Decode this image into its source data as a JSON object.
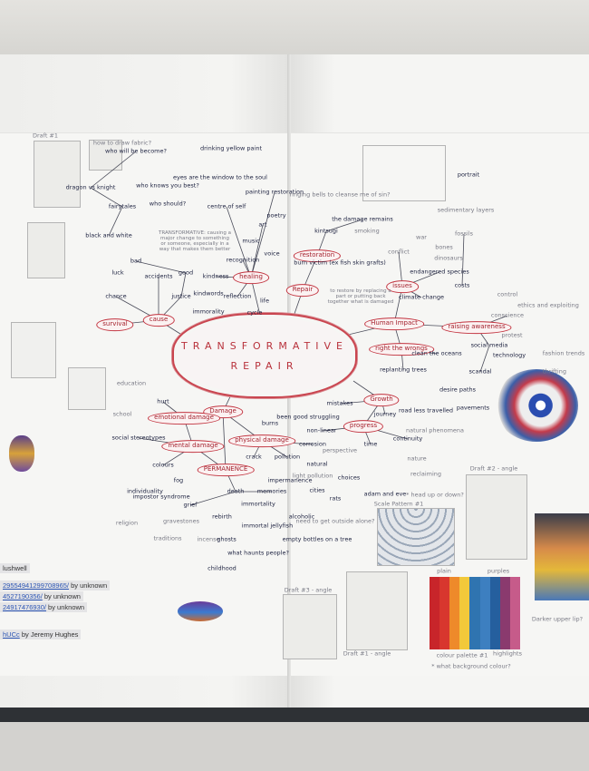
{
  "central": {
    "line1": "TRANSFORMATIVE",
    "line2": "REPAIR"
  },
  "key_nodes": [
    "healing",
    "cause",
    "survival",
    "restoration",
    "Repair",
    "issues",
    "Human Impact",
    "raising awareness",
    "right the wrongs",
    "Growth",
    "progress",
    "Damage",
    "emotional damage",
    "mental damage",
    "physical damage",
    "PERMANENCE"
  ],
  "notes": [
    "who will be become?",
    "dragon vs knight",
    "fairytales",
    "black and white",
    "bad",
    "good",
    "luck",
    "accidents",
    "chance",
    "justice",
    "immorality",
    "kindness",
    "kindwords",
    "reflection",
    "life",
    "cycle",
    "recognition",
    "music",
    "voice",
    "art",
    "poetry",
    "painting restoration",
    "drinking yellow paint",
    "eyes are the window to the soul",
    "centre of self",
    "who knows you best?",
    "who should?",
    "TRANSFORMATIVE: causing a major change to something or someone, especially in a way that makes them better",
    "kintsugi",
    "the damage remains",
    "burn victim (ex fish skin grafts)",
    "smoking",
    "ringing bells to cleanse me of sin?",
    "to restore by replacing a part or putting back together what is damaged",
    "conflict",
    "war",
    "endangered species",
    "climate change",
    "costs",
    "fossils",
    "bones",
    "dinosaurs",
    "sedimentary layers",
    "portrait",
    "control",
    "conscience",
    "protest",
    "ethics and exploiting",
    "social media",
    "technology",
    "scandal",
    "fashion trends",
    "thrifting",
    "clean the oceans",
    "replanting trees",
    "desire paths",
    "pavements",
    "mistakes",
    "road less travelled",
    "journey",
    "been good struggling",
    "non-linear",
    "natural phenomena",
    "continuity",
    "time",
    "perspective",
    "nature",
    "reclaiming",
    "choices",
    "adam and eve",
    "hurt",
    "education",
    "school",
    "social stereotypes",
    "colours",
    "fog",
    "individuality",
    "impostor syndrome",
    "death",
    "memories",
    "immortality",
    "impermanence",
    "grief",
    "rebirth",
    "immortal jellyfish",
    "gravestones",
    "religion",
    "traditions",
    "incense",
    "ghosts",
    "what haunts people?",
    "childhood",
    "burns",
    "crack",
    "pollution",
    "corrosion",
    "natural",
    "light pollution",
    "cities",
    "rats",
    "alcoholic",
    "empty bottles on a tree",
    "need to get outside alone?",
    "* head up or down?",
    "how to draw fabric?"
  ],
  "sketch_labels": [
    "Draft #1",
    "Scale Pattern #1",
    "Draft #2 - angle",
    "Draft #3 - angle",
    "Draft #1 - angle",
    "plain",
    "purples",
    "colour palette #1",
    "highlights",
    "* what background colour?",
    "Darker upper lip?"
  ],
  "credits": [
    {
      "link": "",
      "text": "lushwell"
    },
    {
      "link": "29554941299708965/",
      "text": " by unknown"
    },
    {
      "link": "4527190356/",
      "text": " by unknown"
    },
    {
      "link": "24917476930/",
      "text": " by unknown"
    },
    {
      "link": "hUCc",
      "text": " by Jeremy Hughes"
    }
  ],
  "colors": {
    "ink": "#1d2240",
    "red_pen": "#c2333f",
    "pencil": "#7a7b86",
    "palette": [
      "#c8252a",
      "#d8362e",
      "#ee8a2a",
      "#f2c93a",
      "#2f74b0",
      "#3d7fc0",
      "#255f9e",
      "#8a3a6e",
      "#c65b8a"
    ]
  }
}
